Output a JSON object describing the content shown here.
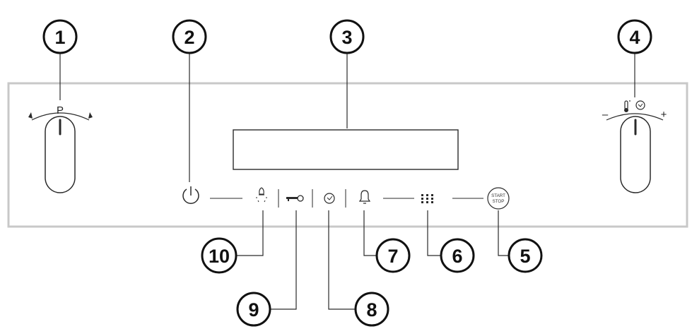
{
  "callouts": [
    {
      "id": 1,
      "label": "1"
    },
    {
      "id": 2,
      "label": "2"
    },
    {
      "id": 3,
      "label": "3"
    },
    {
      "id": 4,
      "label": "4"
    },
    {
      "id": 5,
      "label": "5"
    },
    {
      "id": 6,
      "label": "6"
    },
    {
      "id": 7,
      "label": "7"
    },
    {
      "id": 8,
      "label": "8"
    },
    {
      "id": 9,
      "label": "9"
    },
    {
      "id": 10,
      "label": "10"
    }
  ],
  "knob_left": {
    "scale_label": "P"
  },
  "knob_right": {
    "minus_label": "–",
    "plus_label": "+",
    "icons": [
      "thermometer-icon",
      "timer-icon"
    ]
  },
  "start_stop": {
    "line1": "START",
    "line2": "STOP"
  },
  "buttons": [
    "power-icon",
    "light-icon",
    "key-lock-icon",
    "timer-icon",
    "bell-icon",
    "keypad-icon",
    "start-stop-button"
  ],
  "colors": {
    "panel_border": "#c8c8c8",
    "lines": "#2a2a2a",
    "text": "#111111"
  }
}
